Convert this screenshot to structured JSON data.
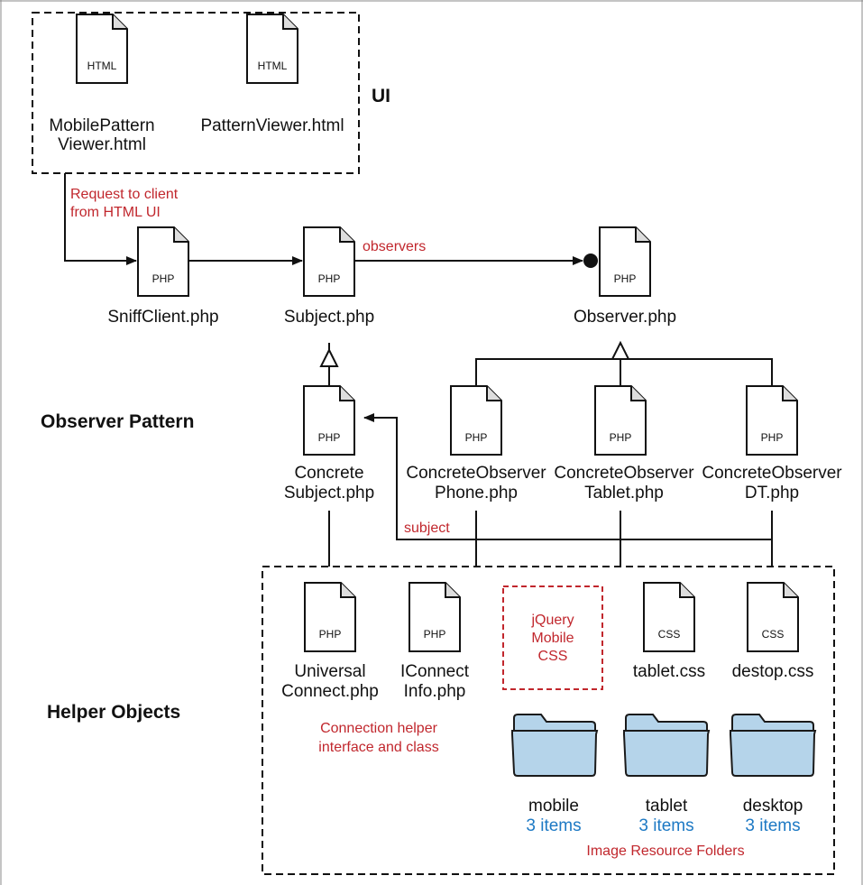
{
  "ui_group": {
    "title": "UI",
    "files": [
      {
        "tag": "HTML",
        "label_lines": [
          "MobilePattern",
          "Viewer.html"
        ]
      },
      {
        "tag": "HTML",
        "label_lines": [
          "PatternViewer.html"
        ]
      }
    ]
  },
  "annotations": {
    "request": [
      "Request to client",
      "from HTML UI"
    ],
    "observers": "observers",
    "subject": "subject",
    "connection_helper": [
      "Connection helper",
      "interface and class"
    ],
    "image_folders": "Image Resource Folders"
  },
  "sections": {
    "observer_pattern": "Observer Pattern",
    "helper_objects": "Helper Objects"
  },
  "classes": {
    "sniff_client": {
      "tag": "PHP",
      "label_lines": [
        "SniffClient.php"
      ]
    },
    "subject": {
      "tag": "PHP",
      "label_lines": [
        "Subject.php"
      ]
    },
    "observer": {
      "tag": "PHP",
      "label_lines": [
        "Observer.php"
      ]
    },
    "concrete_subject": {
      "tag": "PHP",
      "label_lines": [
        "Concrete",
        "Subject.php"
      ]
    },
    "observer_phone": {
      "tag": "PHP",
      "label_lines": [
        "ConcreteObserver",
        "Phone.php"
      ]
    },
    "observer_tablet": {
      "tag": "PHP",
      "label_lines": [
        "ConcreteObserver",
        "Tablet.php"
      ]
    },
    "observer_dt": {
      "tag": "PHP",
      "label_lines": [
        "ConcreteObserver",
        "DT.php"
      ]
    }
  },
  "helpers": {
    "universal_connect": {
      "tag": "PHP",
      "label_lines": [
        "Universal",
        "Connect.php"
      ]
    },
    "iconnect_info": {
      "tag": "PHP",
      "label_lines": [
        "IConnect",
        "Info.php"
      ]
    },
    "jquery_box": [
      "jQuery",
      "Mobile",
      "CSS"
    ],
    "tablet_css": {
      "tag": "CSS",
      "label_lines": [
        "tablet.css"
      ]
    },
    "desktop_css": {
      "tag": "CSS",
      "label_lines": [
        "destop.css"
      ]
    }
  },
  "folders": [
    {
      "name": "mobile",
      "count": "3 items"
    },
    {
      "name": "tablet",
      "count": "3 items"
    },
    {
      "name": "desktop",
      "count": "3 items"
    }
  ],
  "colors": {
    "annotation_red": "#c1272d",
    "count_blue": "#1d79c4",
    "folder_fill": "#b5d4ea",
    "folder_stroke": "#1a1a1a"
  }
}
